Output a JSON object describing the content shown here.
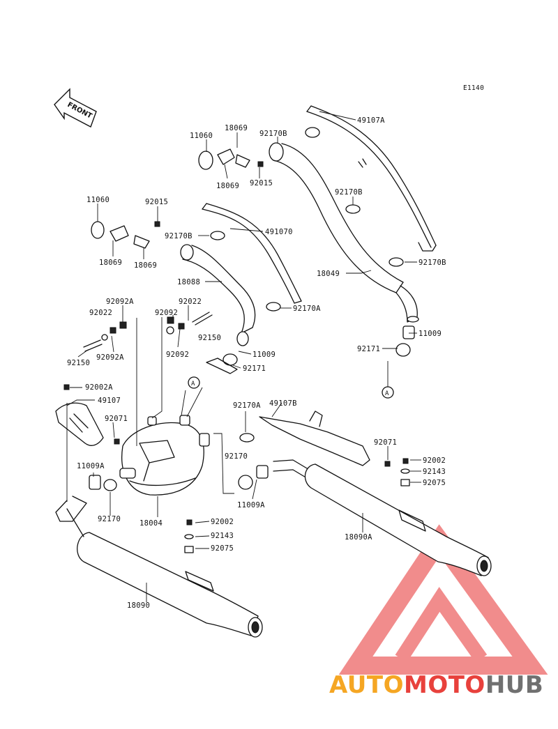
{
  "diagram_code": "E1140",
  "front_label": "FRONT",
  "callout": "A",
  "labels": {
    "p49107A_top": "49107A",
    "p11060_a": "11060",
    "p18069_a": "18069",
    "p92170B_a": "92170B",
    "p18069_b": "18069",
    "p92015_a": "92015",
    "p11060_b": "11060",
    "p92015_b": "92015",
    "p92170B_b": "92170B",
    "p491070": "491070",
    "p92170B_c": "92170B",
    "p18069_c": "18069",
    "p18069_d": "18069",
    "p92170B_d": "92170B",
    "p18049": "18049",
    "p18088": "18088",
    "p92170A_a": "92170A",
    "p92092A_a": "92092A",
    "p92022_a": "92022",
    "p92092": "92092",
    "p92022_b": "92022",
    "p11009_a": "11009",
    "p92150_a": "92150",
    "p92150_b": "92150",
    "p92092A_b": "92092A",
    "p92092_b": "92092",
    "p11009_b": "11009",
    "p92171_a": "92171",
    "p92171_b": "92171",
    "p92002A": "92002A",
    "p49107": "49107",
    "p92071_a": "92071",
    "p92170A_b": "92170A",
    "p49107B": "49107B",
    "p92071_b": "92071",
    "p92002_a": "92002",
    "p92143_a": "92143",
    "p92075_a": "92075",
    "p11009A_a": "11009A",
    "p92170": "92170",
    "p11009A_b": "11009A",
    "p18004": "18004",
    "p92002_b": "92002",
    "p92143_b": "92143",
    "p92075_b": "92075",
    "p18090A": "18090A",
    "p18090": "18090"
  },
  "watermark": {
    "part1": "AUTO",
    "part2": "MOTO",
    "part3": "HUB",
    "color_orange": "#f5a623",
    "color_red": "#e8413c",
    "color_gray": "#707070"
  }
}
